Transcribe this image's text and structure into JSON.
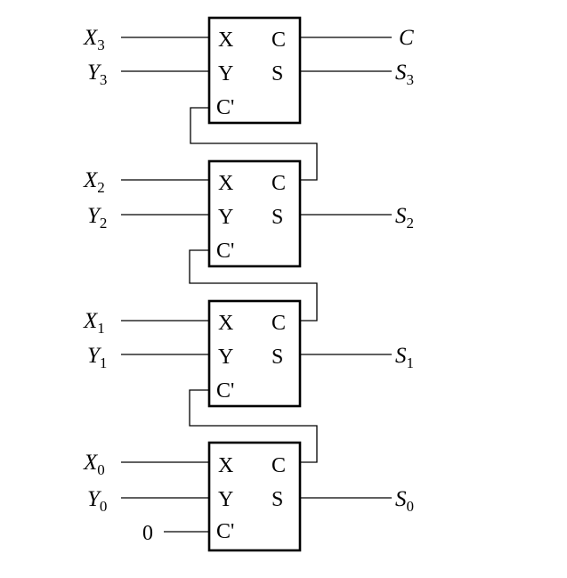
{
  "ports": {
    "x": "X",
    "y": "Y",
    "c": "C",
    "s": "S",
    "cin": "C'"
  },
  "carry_in_value": "0",
  "stages": [
    {
      "x_var": "X",
      "x_sub": "3",
      "y_var": "Y",
      "y_sub": "3",
      "out_var": "S",
      "out_sub": "3",
      "carry_out_var": "C"
    },
    {
      "x_var": "X",
      "x_sub": "2",
      "y_var": "Y",
      "y_sub": "2",
      "out_var": "S",
      "out_sub": "2"
    },
    {
      "x_var": "X",
      "x_sub": "1",
      "y_var": "Y",
      "y_sub": "1",
      "out_var": "S",
      "out_sub": "1"
    },
    {
      "x_var": "X",
      "x_sub": "0",
      "y_var": "Y",
      "y_sub": "0",
      "out_var": "S",
      "out_sub": "0"
    }
  ]
}
